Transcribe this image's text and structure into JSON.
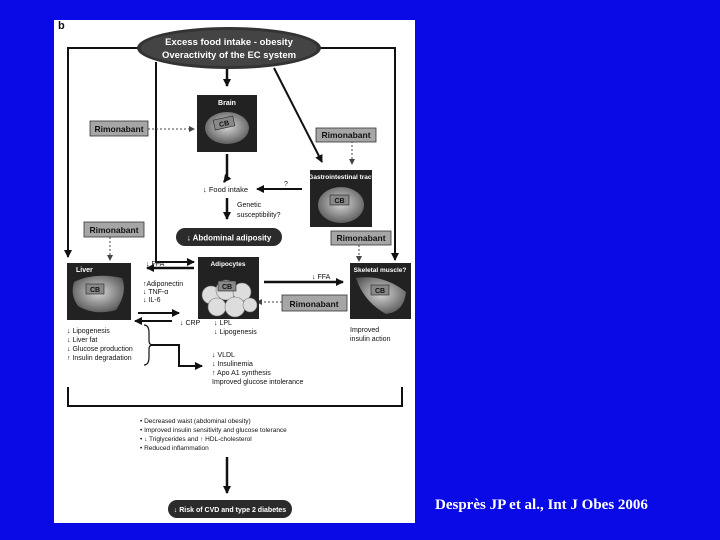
{
  "panel": {
    "label": "b",
    "top_oval": {
      "line1": "Excess food intake - obesity",
      "line2": "Overactivity of the EC system"
    },
    "organs": {
      "brain": "Brain",
      "gi": "Gastrointestinal tract",
      "liver": "Liver",
      "adipocytes": "Adipocytes",
      "muscle": "Skeletal muscle?"
    },
    "cb_label": "CB",
    "rimonabant": "Rimonabant",
    "question_mark": "?",
    "food_intake": "↓ Food intake",
    "genetic": [
      "Genetic",
      "susceptibility?"
    ],
    "abdominal": "↓ Abdominal adiposity",
    "ffa": "↓ FFA",
    "adipo_effects": [
      "↑Adiponectin",
      "↓ TNF-α",
      "↓ IL-6"
    ],
    "crp": "↓ CRP",
    "lpl": [
      "↓ LPL",
      "↓ Lipogenesis"
    ],
    "liver_effects": [
      "↓ Lipogenesis",
      "↓ Liver fat",
      "↓ Glucose production",
      "↑ Insulin degradation"
    ],
    "muscle_effects": [
      "Improved",
      "insulin action"
    ],
    "systemic_effects": [
      "↓ VLDL",
      "↓ Insulinemia",
      "↑ Apo A1 synthesis",
      "Improved glucose intolerance"
    ],
    "outcomes": [
      "• Decreased waist (abdominal obesity)",
      "• Improved insulin sensitivity and glucose tolerance",
      "• ↓ Triglycerides and ↑ HDL-cholesterol",
      "• Reduced inflammation"
    ],
    "final": "↓ Risk of CVD and type 2 diabetes"
  },
  "citation": "Desprès JP et al., Int J Obes 2006",
  "colors": {
    "background": "#0a0ae6",
    "panel": "#ffffff",
    "dark_box": "#2b2b2b",
    "rimonabant_box": "#a6a6a6"
  }
}
